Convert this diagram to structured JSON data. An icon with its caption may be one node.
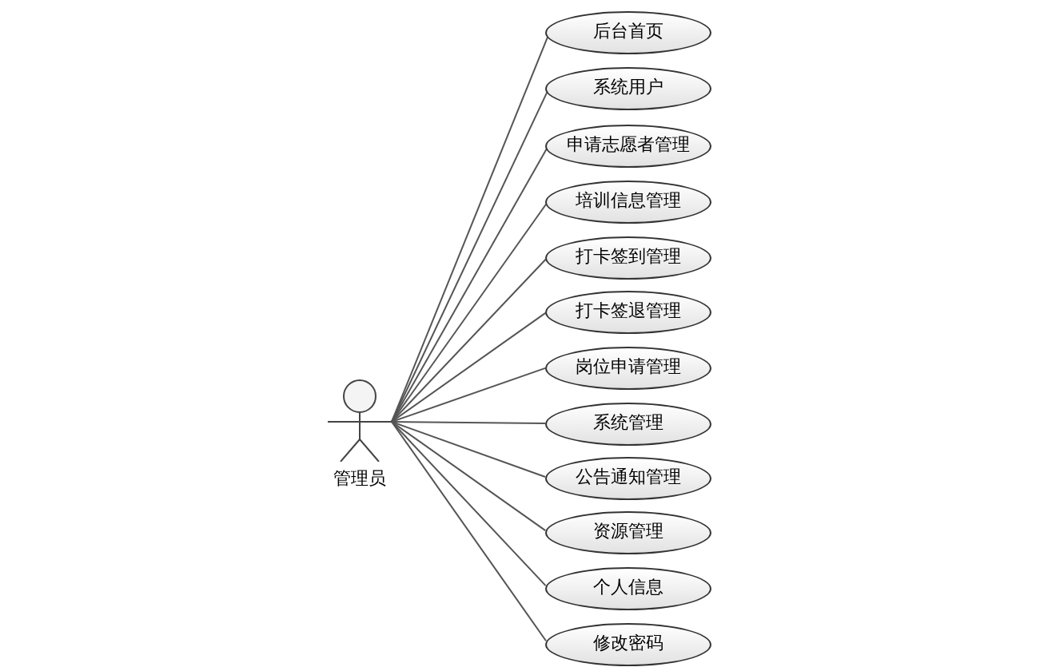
{
  "diagram": {
    "nodes": [
      {
        "text": [
          "管理员"
        ]
      },
      {
        "text": [
          "后台首页"
        ]
      },
      {
        "text": [
          "系统用户"
        ]
      },
      {
        "text": [
          "申请志愿者管理"
        ]
      },
      {
        "text": [
          "培训信息管理"
        ]
      },
      {
        "text": [
          "打卡签到管理"
        ]
      },
      {
        "text": [
          "打卡签退管理"
        ]
      },
      {
        "text": [
          "岗位申请管理"
        ]
      },
      {
        "text": [
          "系统管理"
        ]
      },
      {
        "text": [
          "公告通知管理"
        ]
      },
      {
        "text": [
          "资源管理"
        ]
      },
      {
        "text": [
          "个人信息"
        ]
      },
      {
        "text": [
          "修改密码"
        ]
      }
    ],
    "edges": [
      {
        "from": 0,
        "to": 1,
        "arrow": "none"
      },
      {
        "from": 0,
        "to": 2,
        "arrow": "none"
      },
      {
        "from": 0,
        "to": 3,
        "arrow": "none"
      },
      {
        "from": 0,
        "to": 4,
        "arrow": "none"
      },
      {
        "from": 0,
        "to": 5,
        "arrow": "none"
      },
      {
        "from": 0,
        "to": 6,
        "arrow": "none"
      },
      {
        "from": 0,
        "to": 7,
        "arrow": "none"
      },
      {
        "from": 0,
        "to": 8,
        "arrow": "none"
      },
      {
        "from": 0,
        "to": 9,
        "arrow": "none"
      },
      {
        "from": 0,
        "to": 10,
        "arrow": "none"
      },
      {
        "from": 0,
        "to": 11,
        "arrow": "none"
      },
      {
        "from": 0,
        "to": 12,
        "arrow": "none"
      }
    ]
  }
}
